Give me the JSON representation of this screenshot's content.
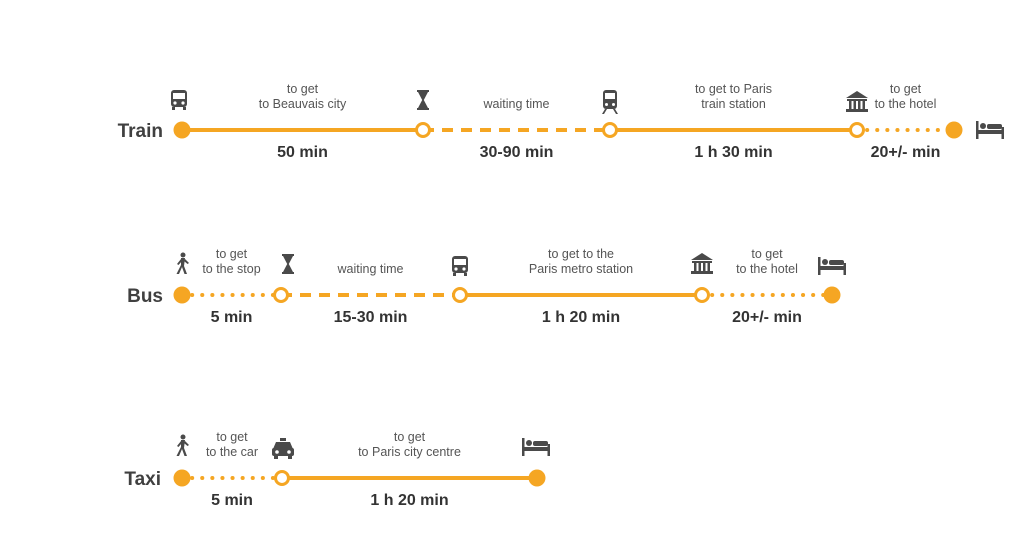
{
  "colors": {
    "accent": "#f5a623",
    "text_dark": "#333333",
    "text_label": "#404040",
    "text_desc": "#555555",
    "icon": "#4a4a4a"
  },
  "routes": [
    {
      "mode": "Train",
      "stops": [
        {
          "icon": "bus-icon",
          "marker": "filled"
        },
        {
          "icon": "hourglass-icon",
          "marker": "open"
        },
        {
          "icon": "train-icon",
          "marker": "open"
        },
        {
          "icon": "museum-icon",
          "marker": "open"
        },
        {
          "icon": "bed-icon",
          "marker": "filled"
        }
      ],
      "segments": [
        {
          "line": "solid",
          "desc": [
            "to get",
            "to Beauvais city"
          ],
          "duration": "50 min"
        },
        {
          "line": "dashed",
          "desc": [
            "waiting time"
          ],
          "duration": "30-90 min"
        },
        {
          "line": "solid",
          "desc": [
            "to get to Paris",
            "train station"
          ],
          "duration": "1 h 30 min"
        },
        {
          "line": "dotted",
          "desc": [
            "to get",
            "to the hotel"
          ],
          "duration": "20+/- min"
        }
      ]
    },
    {
      "mode": "Bus",
      "stops": [
        {
          "icon": "walking-person-icon",
          "marker": "filled"
        },
        {
          "icon": "hourglass-icon",
          "marker": "open"
        },
        {
          "icon": "bus-icon",
          "marker": "open"
        },
        {
          "icon": "museum-icon",
          "marker": "open"
        },
        {
          "icon": "bed-icon",
          "marker": "filled"
        }
      ],
      "segments": [
        {
          "line": "dotted",
          "desc": [
            "to get",
            "to the stop"
          ],
          "duration": "5 min"
        },
        {
          "line": "dashed",
          "desc": [
            "waiting time"
          ],
          "duration": "15-30 min"
        },
        {
          "line": "solid",
          "desc": [
            "to get to the",
            "Paris metro station"
          ],
          "duration": "1 h 20 min"
        },
        {
          "line": "dotted",
          "desc": [
            "to get",
            "to the hotel"
          ],
          "duration": "20+/- min"
        }
      ]
    },
    {
      "mode": "Taxi",
      "stops": [
        {
          "icon": "walking-person-icon",
          "marker": "filled"
        },
        {
          "icon": "taxi-icon",
          "marker": "open"
        },
        {
          "icon": "bed-icon",
          "marker": "filled"
        }
      ],
      "segments": [
        {
          "line": "dotted",
          "desc": [
            "to get",
            "to the car"
          ],
          "duration": "5 min"
        },
        {
          "line": "solid",
          "desc": [
            "to get",
            "to Paris city centre"
          ],
          "duration": "1 h 20 min"
        }
      ]
    }
  ]
}
